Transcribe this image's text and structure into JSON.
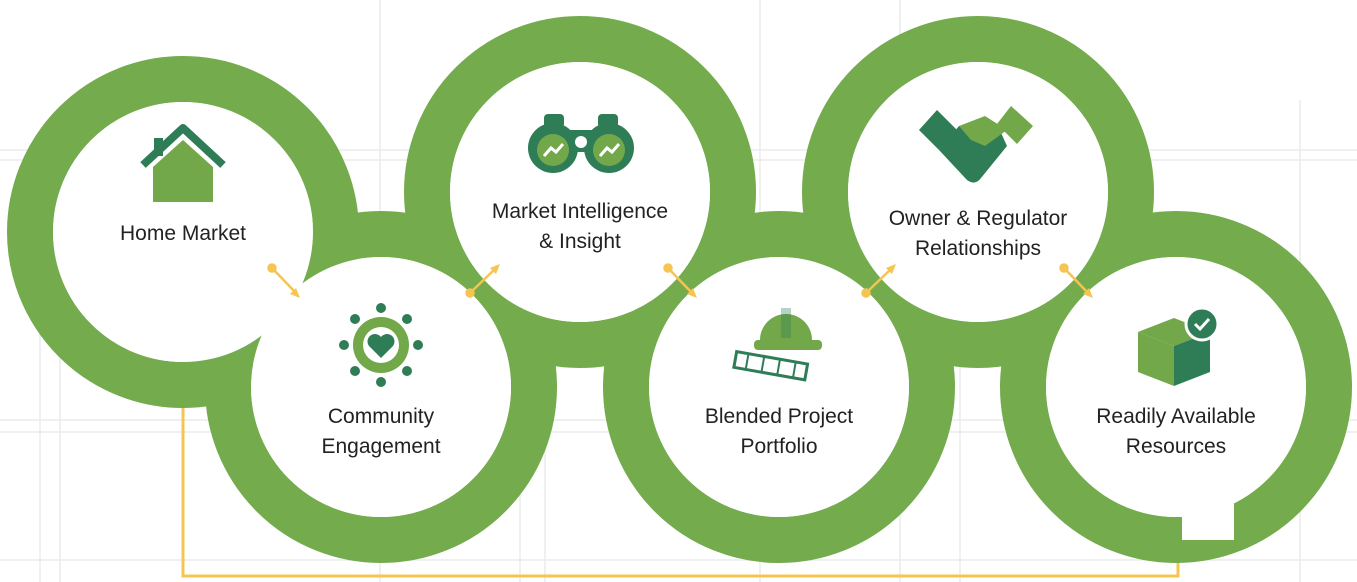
{
  "colors": {
    "ring": "#73ab4d",
    "icon_dark": "#2f7d57",
    "icon_green": "#72a84a",
    "connector": "#f5c451",
    "text": "#222222"
  },
  "nodes": [
    {
      "id": "home-market",
      "lines": [
        "Home Market"
      ],
      "icon": "house-icon"
    },
    {
      "id": "community-engagement",
      "lines": [
        "Community",
        "Engagement"
      ],
      "icon": "community-heart-icon"
    },
    {
      "id": "market-intelligence",
      "lines": [
        "Market Intelligence",
        "& Insight"
      ],
      "icon": "binoculars-icon"
    },
    {
      "id": "blended-project-portfolio",
      "lines": [
        "Blended Project",
        "Portfolio"
      ],
      "icon": "hard-hat-plans-icon"
    },
    {
      "id": "owner-regulator",
      "lines": [
        "Owner & Regulator",
        "Relationships"
      ],
      "icon": "handshake-icon"
    },
    {
      "id": "readily-available-resources",
      "lines": [
        "Readily Available",
        "Resources"
      ],
      "icon": "checked-box-icon"
    }
  ]
}
